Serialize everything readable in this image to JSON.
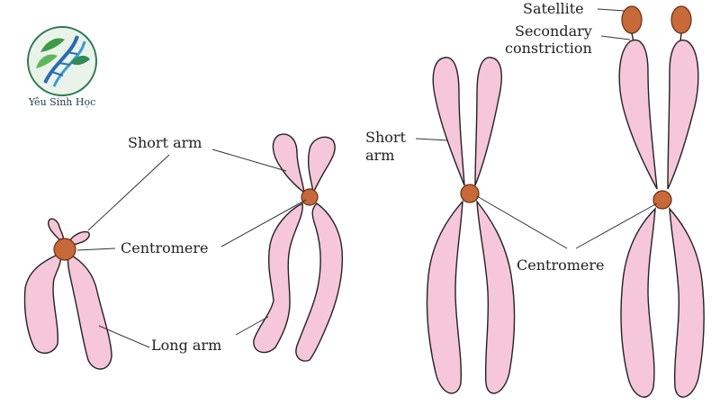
{
  "logo": {
    "name": "Yêu Sinh Học",
    "icon": "dna-leaf-logo-icon"
  },
  "labels": {
    "short_arm_1": "Short arm",
    "centromere_1": "Centromere",
    "long_arm": "Long arm",
    "short_arm_2_line1": "Short",
    "short_arm_2_line2": "arm",
    "satellite": "Satellite",
    "secondary_constriction_line1": "Secondary",
    "secondary_constriction_line2": "constriction",
    "centromere_2": "Centromere"
  },
  "colors": {
    "chromosome_fill": "#f6c6d9",
    "centromere_fill": "#c8693a",
    "outline": "#222222"
  }
}
